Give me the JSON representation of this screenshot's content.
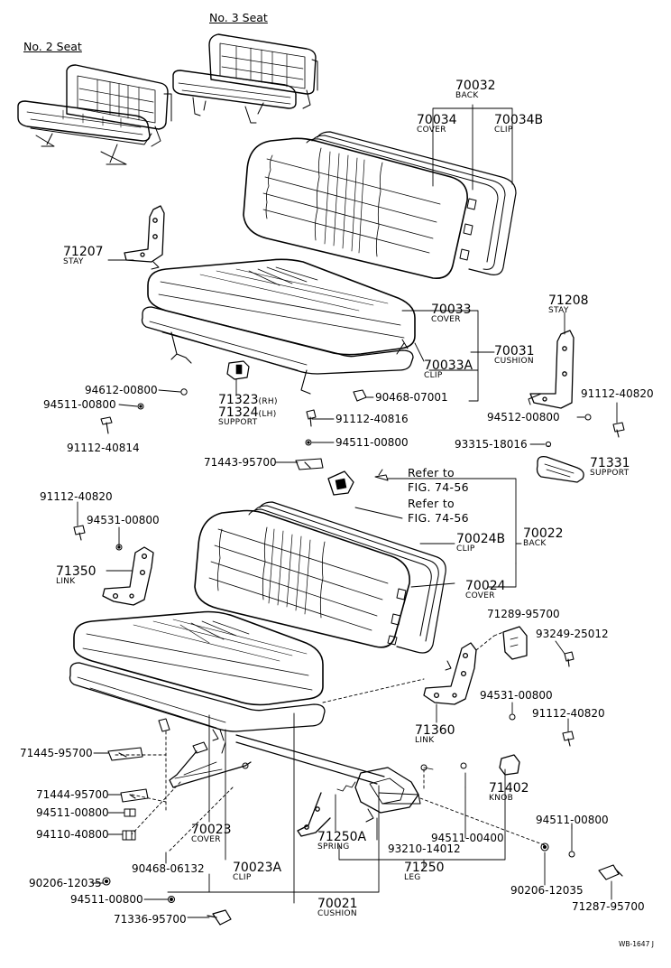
{
  "headings": {
    "seat_no2": "No. 2 Seat",
    "seat_no3": "No. 3 Seat"
  },
  "parts": {
    "p70032": {
      "number": "70032",
      "name": "BACK"
    },
    "p70034": {
      "number": "70034",
      "name": "COVER"
    },
    "p70034B": {
      "number": "70034B",
      "name": "CLIP"
    },
    "p71207": {
      "number": "71207",
      "name": "STAY"
    },
    "p71208": {
      "number": "71208",
      "name": "STAY"
    },
    "p70033": {
      "number": "70033",
      "name": "COVER"
    },
    "p70031": {
      "number": "70031",
      "name": "CUSHION"
    },
    "p70033A": {
      "number": "70033A",
      "name": "CLIP"
    },
    "p94612": {
      "number": "94612-00800"
    },
    "p94511a": {
      "number": "94511-00800"
    },
    "p71323": {
      "number": "71323",
      "suffix": "(RH)"
    },
    "p71324": {
      "number": "71324",
      "suffix": "(LH)",
      "name": "SUPPORT"
    },
    "p90468a": {
      "number": "90468-07001"
    },
    "p91112a": {
      "number": "91112-40820"
    },
    "p94512": {
      "number": "94512-00800"
    },
    "p91112b": {
      "number": "91112-40816"
    },
    "p91112c": {
      "number": "91112-40814"
    },
    "p94511b": {
      "number": "94511-00800"
    },
    "p93315": {
      "number": "93315-18016"
    },
    "p71443": {
      "number": "71443-95700"
    },
    "p71331": {
      "number": "71331",
      "name": "SUPPORT"
    },
    "p91112d": {
      "number": "91112-40820"
    },
    "p94531a": {
      "number": "94531-00800"
    },
    "p70024B": {
      "number": "70024B",
      "name": "CLIP"
    },
    "p70022": {
      "number": "70022",
      "name": "BACK"
    },
    "p71350": {
      "number": "71350",
      "name": "LINK"
    },
    "p70024": {
      "number": "70024",
      "name": "COVER"
    },
    "p71289": {
      "number": "71289-95700"
    },
    "p93249": {
      "number": "93249-25012"
    },
    "p94531b": {
      "number": "94531-00800"
    },
    "p71360": {
      "number": "71360",
      "name": "LINK"
    },
    "p91112e": {
      "number": "91112-40820"
    },
    "p71445": {
      "number": "71445-95700"
    },
    "p71444": {
      "number": "71444-95700"
    },
    "p94511c": {
      "number": "94511-00800"
    },
    "p94110": {
      "number": "94110-40800"
    },
    "p71402": {
      "number": "71402",
      "name": "KNOB"
    },
    "p94511d": {
      "number": "94511-00800"
    },
    "p70023": {
      "number": "70023",
      "name": "COVER"
    },
    "p71250A": {
      "number": "71250A",
      "name": "SPRING"
    },
    "p94511e": {
      "number": "94511-00400"
    },
    "p90468b": {
      "number": "90468-06132"
    },
    "p93210": {
      "number": "93210-14012"
    },
    "p90206a": {
      "number": "90206-12035"
    },
    "p70023A": {
      "number": "70023A",
      "name": "CLIP"
    },
    "p71250": {
      "number": "71250",
      "name": "LEG"
    },
    "p90206b": {
      "number": "90206-12035"
    },
    "p94511f": {
      "number": "94511-00800"
    },
    "p70021": {
      "number": "70021",
      "name": "CUSHION"
    },
    "p71287": {
      "number": "71287-95700"
    },
    "p71336": {
      "number": "71336-95700"
    }
  },
  "references": {
    "ref1_line1": "Refer to",
    "ref1_line2": "FIG. 74-56",
    "ref2_line1": "Refer to",
    "ref2_line2": "FIG. 74-56"
  },
  "footer_code": "WB-1647 J"
}
